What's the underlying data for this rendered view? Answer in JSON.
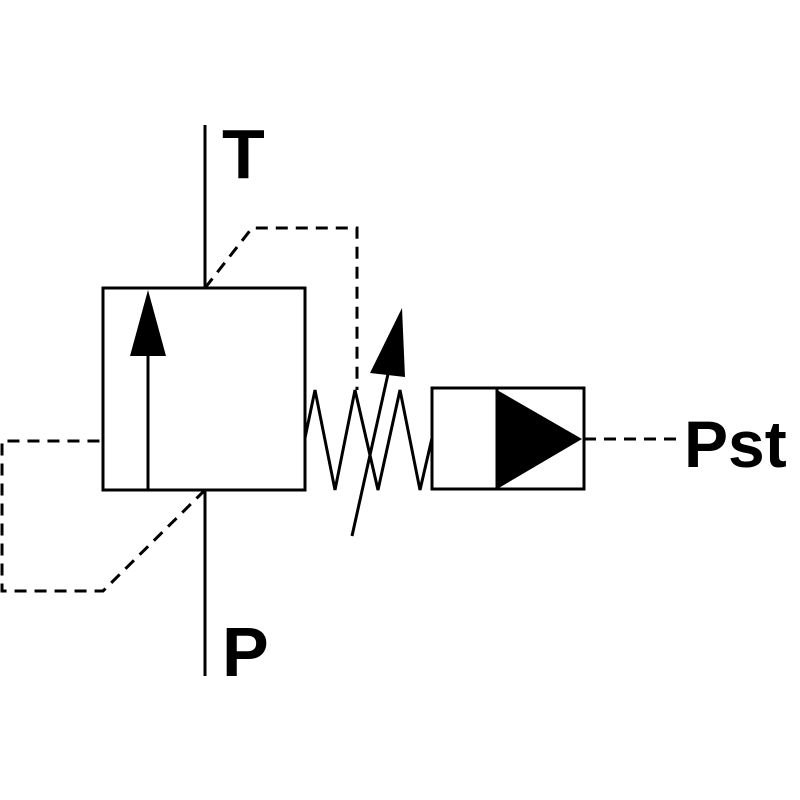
{
  "diagram": {
    "ports": {
      "tank": "T",
      "pressure": "P",
      "pilot": "Pst"
    },
    "colors": {
      "line": "#000000",
      "background": "#ffffff"
    },
    "line_styles": {
      "main_line": "solid",
      "pilot_lines": "dashed"
    },
    "components": [
      "valve-body",
      "flow-arrow",
      "adjustable-spring",
      "pilot-actuator",
      "pilot-triangle"
    ]
  }
}
